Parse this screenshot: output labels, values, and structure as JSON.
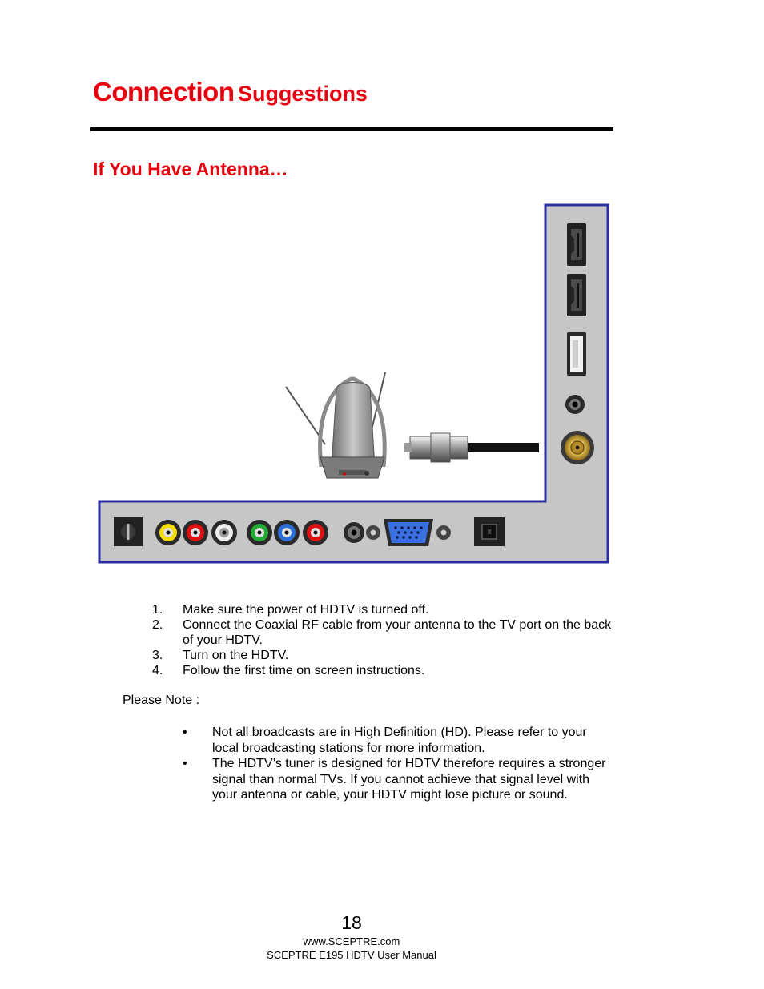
{
  "header": {
    "title_main": "Connection",
    "title_rest": "Suggestions"
  },
  "section": {
    "subtitle": "If You Have Antenna…"
  },
  "diagram": {
    "panel_fill": "#c6c6c6",
    "panel_border": "#2b2ea3",
    "side_ports": [
      "hdmi-port-icon",
      "hdmi-port-icon",
      "usb-port-icon",
      "audio-jack-icon",
      "coaxial-rf-port-icon"
    ],
    "bottom_ports": [
      "power-port-icon",
      "yellow-rca-icon",
      "red-rca-icon",
      "white-rca-icon",
      "green-rca-icon",
      "blue-rca-icon",
      "red-rca-icon",
      "audio-jack-icon",
      "vga-port-icon",
      "optical-port-icon"
    ],
    "antenna": "indoor-antenna-icon",
    "cable": "coaxial-cable-icon"
  },
  "steps": [
    {
      "num": "1.",
      "text": "Make sure the power of HDTV is turned off."
    },
    {
      "num": "2.",
      "text": "Connect the Coaxial RF cable from your antenna to the TV port on the back of your HDTV."
    },
    {
      "num": "3.",
      "text": "Turn on the HDTV."
    },
    {
      "num": "4.",
      "text": "Follow the first time on screen instructions."
    }
  ],
  "note": {
    "label": "Please Note :",
    "bullets": [
      "Not all broadcasts are in High Definition (HD).  Please refer to your local broadcasting stations for more information.",
      "The HDTV’s tuner is designed for HDTV therefore requires a stronger signal than normal TVs.  If you cannot achieve that signal level with your antenna or cable, your HDTV might lose picture or sound."
    ],
    "bullet_symbol": "•"
  },
  "footer": {
    "page_number": "18",
    "url": "www.SCEPTRE.com",
    "manual": "SCEPTRE E195 HDTV User Manual"
  },
  "colors": {
    "heading_red": "#e8000e"
  }
}
